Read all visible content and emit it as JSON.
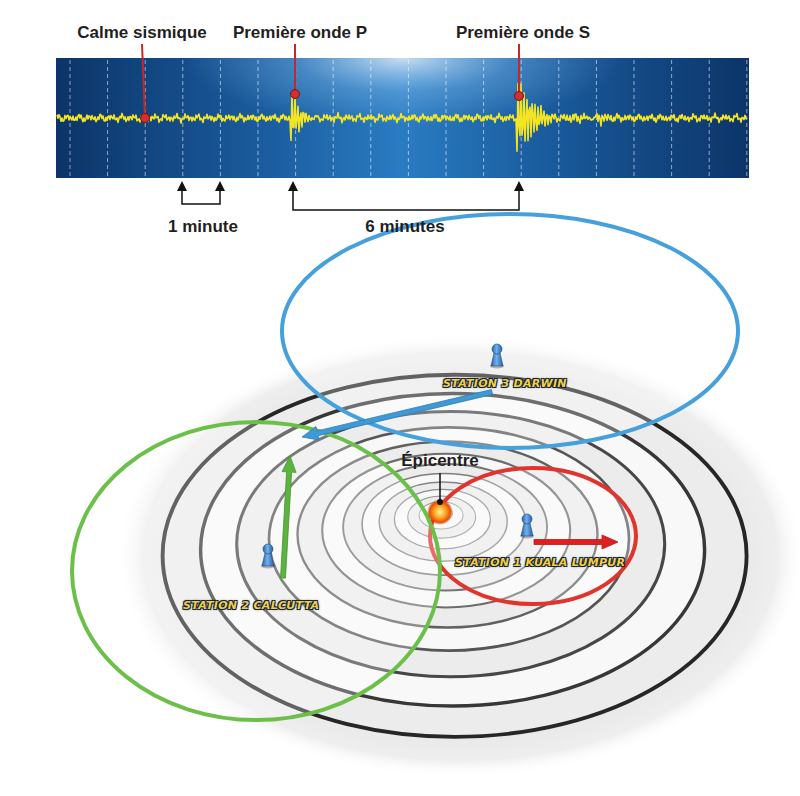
{
  "diagram": {
    "nodes": [
      {
        "text": [
          "STATION 3 DARWIN"
        ]
      },
      {
        "text": [
          "STATION 1 KUALA LUMPUR"
        ]
      },
      {
        "text": [
          "STATION 2 CALCUTTA"
        ]
      }
    ],
    "labels": [
      "Calme sismique",
      "Première onde P",
      "Première onde S",
      "1 minute",
      "6 minutes",
      "Épicentre"
    ]
  }
}
